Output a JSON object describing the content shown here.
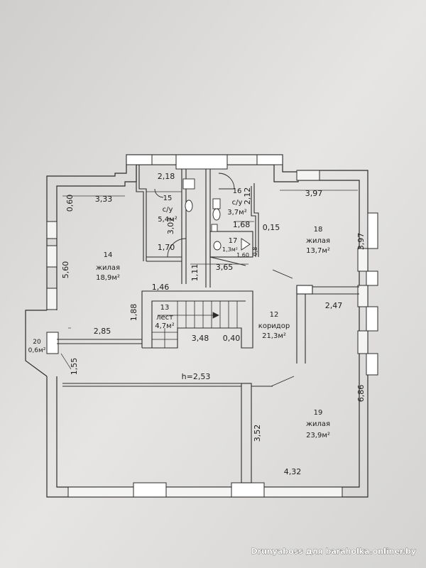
{
  "rooms": [
    {
      "num": "14",
      "name": "жилая",
      "area": "18,9м²"
    },
    {
      "num": "15",
      "name": "с/у",
      "area": "5,4м²"
    },
    {
      "num": "16",
      "name": "с/у",
      "area": "3,7м²"
    },
    {
      "num": "17",
      "name": "",
      "area": "1,3м²"
    },
    {
      "num": "18",
      "name": "жилая",
      "area": "13,7м²"
    },
    {
      "num": "12",
      "name": "коридор",
      "area": "21,3м²"
    },
    {
      "num": "13",
      "name": "лест",
      "area": "4,7м²"
    },
    {
      "num": "19",
      "name": "жилая",
      "area": "23,9м²"
    },
    {
      "num": "20",
      "name": "",
      "area": "0,6м²"
    }
  ],
  "dimensions": {
    "d_2_18": "2,18",
    "d_3_33": "3,33",
    "d_0_60": "0,60",
    "d_3_07": "3,07",
    "d_1_70": "1,70",
    "d_5_60": "5,60",
    "d_2_12": "2,12",
    "d_1_68": "1,68",
    "d_0_15": "0,15",
    "d_3_97_top": "3,97",
    "d_3_97_side": "3,97",
    "d_1_60": "1,60",
    "d_0_8": "0,8",
    "d_3_65": "3,65",
    "d_1_11": "1,11",
    "d_1_46": "1,46",
    "d_1_88": "1,88",
    "d_2_85": "2,85",
    "d_3_48": "3,48",
    "d_0_40": "0,40",
    "d_2_47": "2,47",
    "d_1_55": "1,55",
    "height": "h=2,53",
    "d_3_52": "3,52",
    "d_6_86": "6,86",
    "d_4_32": "4,32"
  },
  "watermark": "Drunyaboss для baraholka.onliner.by"
}
